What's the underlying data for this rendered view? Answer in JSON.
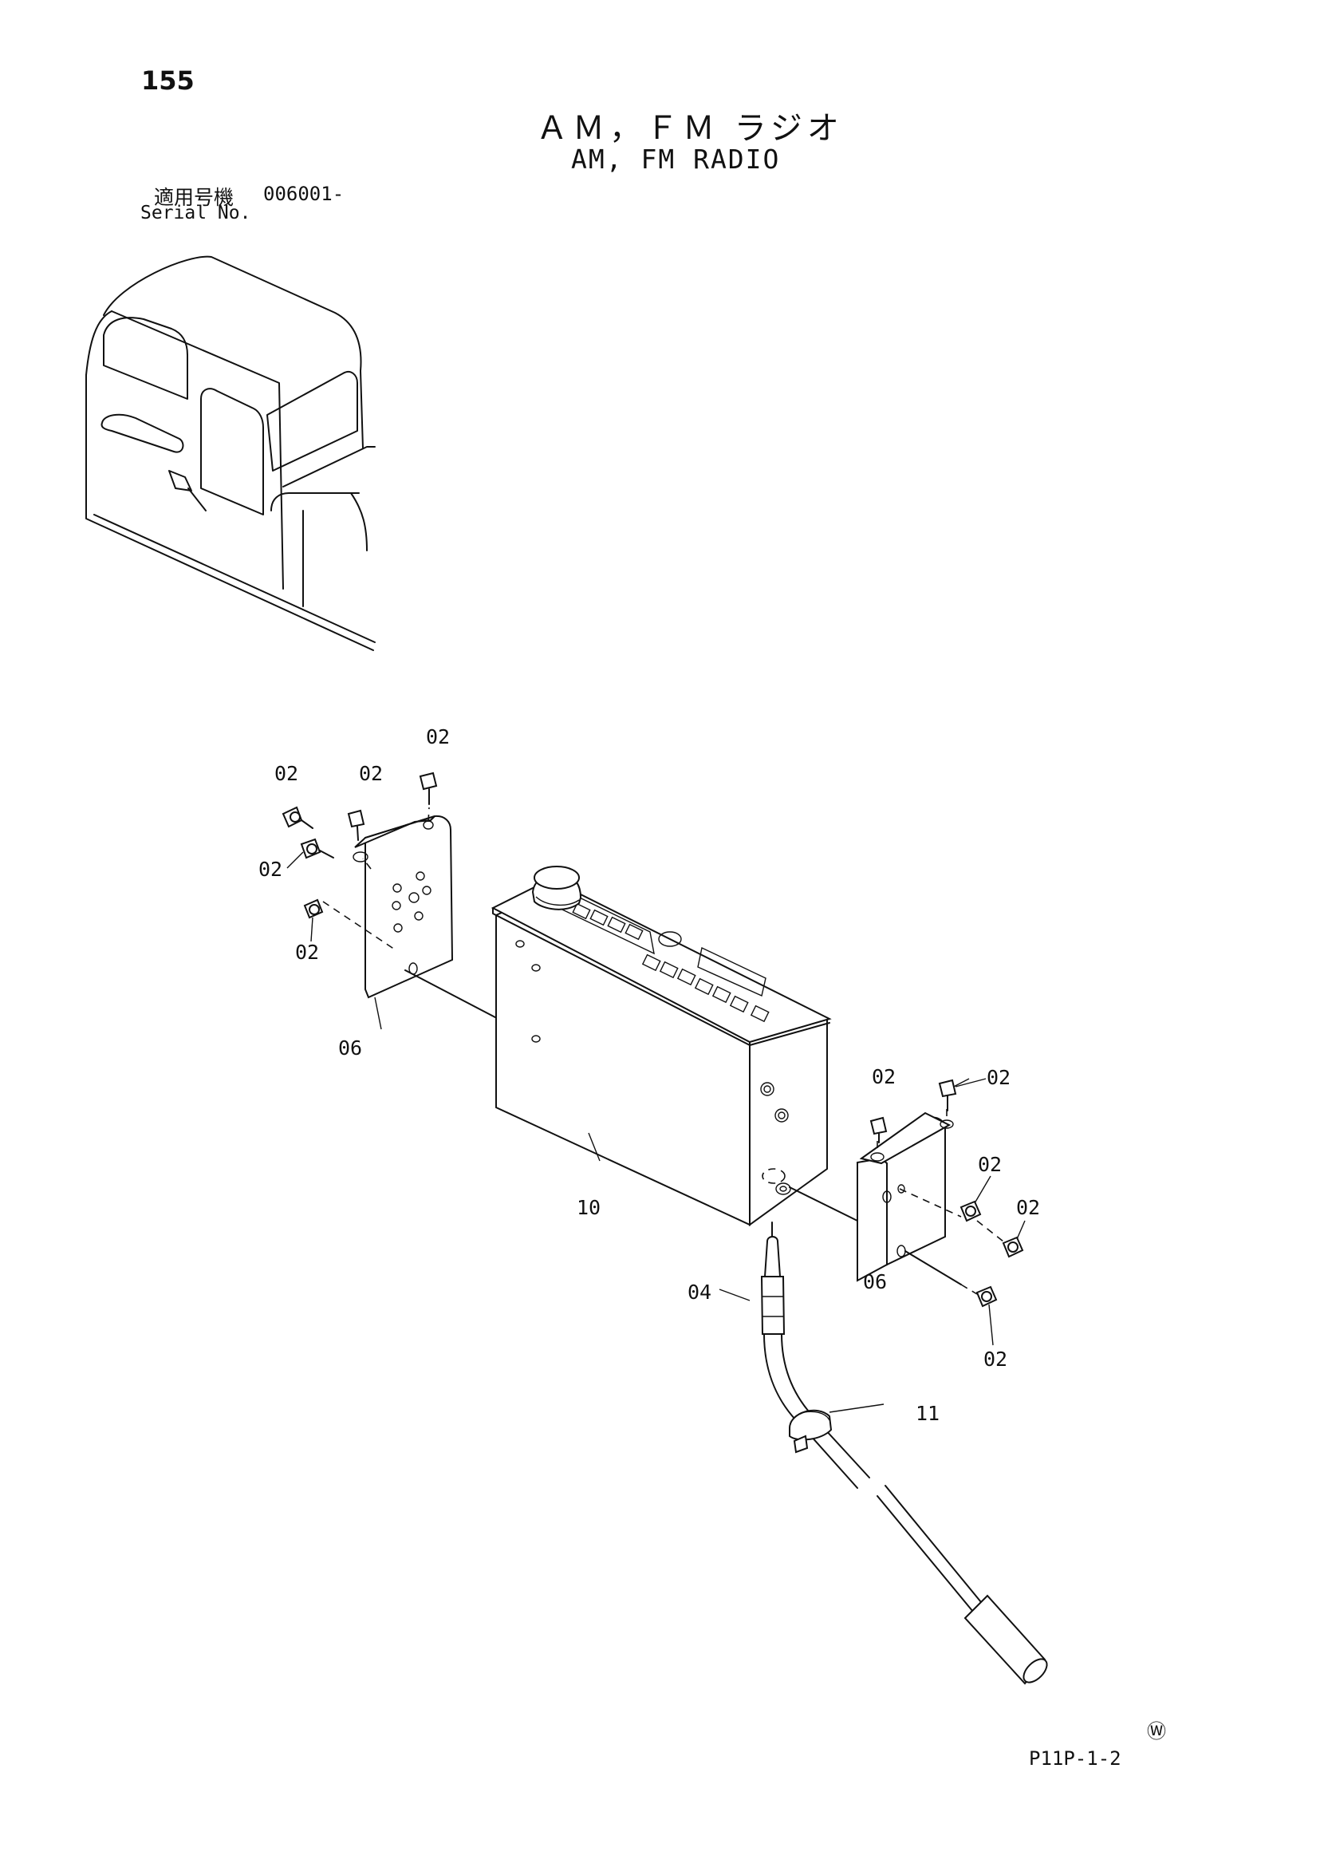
{
  "page_number": "155",
  "title_jp": "ＡＭ，ＦＭ ラジオ",
  "title_en": "AM, FM RADIO",
  "serial_label_jp": "適用号機",
  "serial_value": "006001-",
  "serial_label_en": "Serial No.",
  "page_code": "P11P-1-2",
  "mark": "Ⓦ",
  "callouts": {
    "c02_a": "02",
    "c02_b": "02",
    "c02_c": "02",
    "c02_d": "02",
    "c02_e": "02",
    "c06_left": "06",
    "c10": "10",
    "c02_f": "02",
    "c02_g": "02",
    "c02_h": "02",
    "c02_i": "02",
    "c02_j": "02",
    "c06_right": "06",
    "c04": "04",
    "c11": "11"
  }
}
